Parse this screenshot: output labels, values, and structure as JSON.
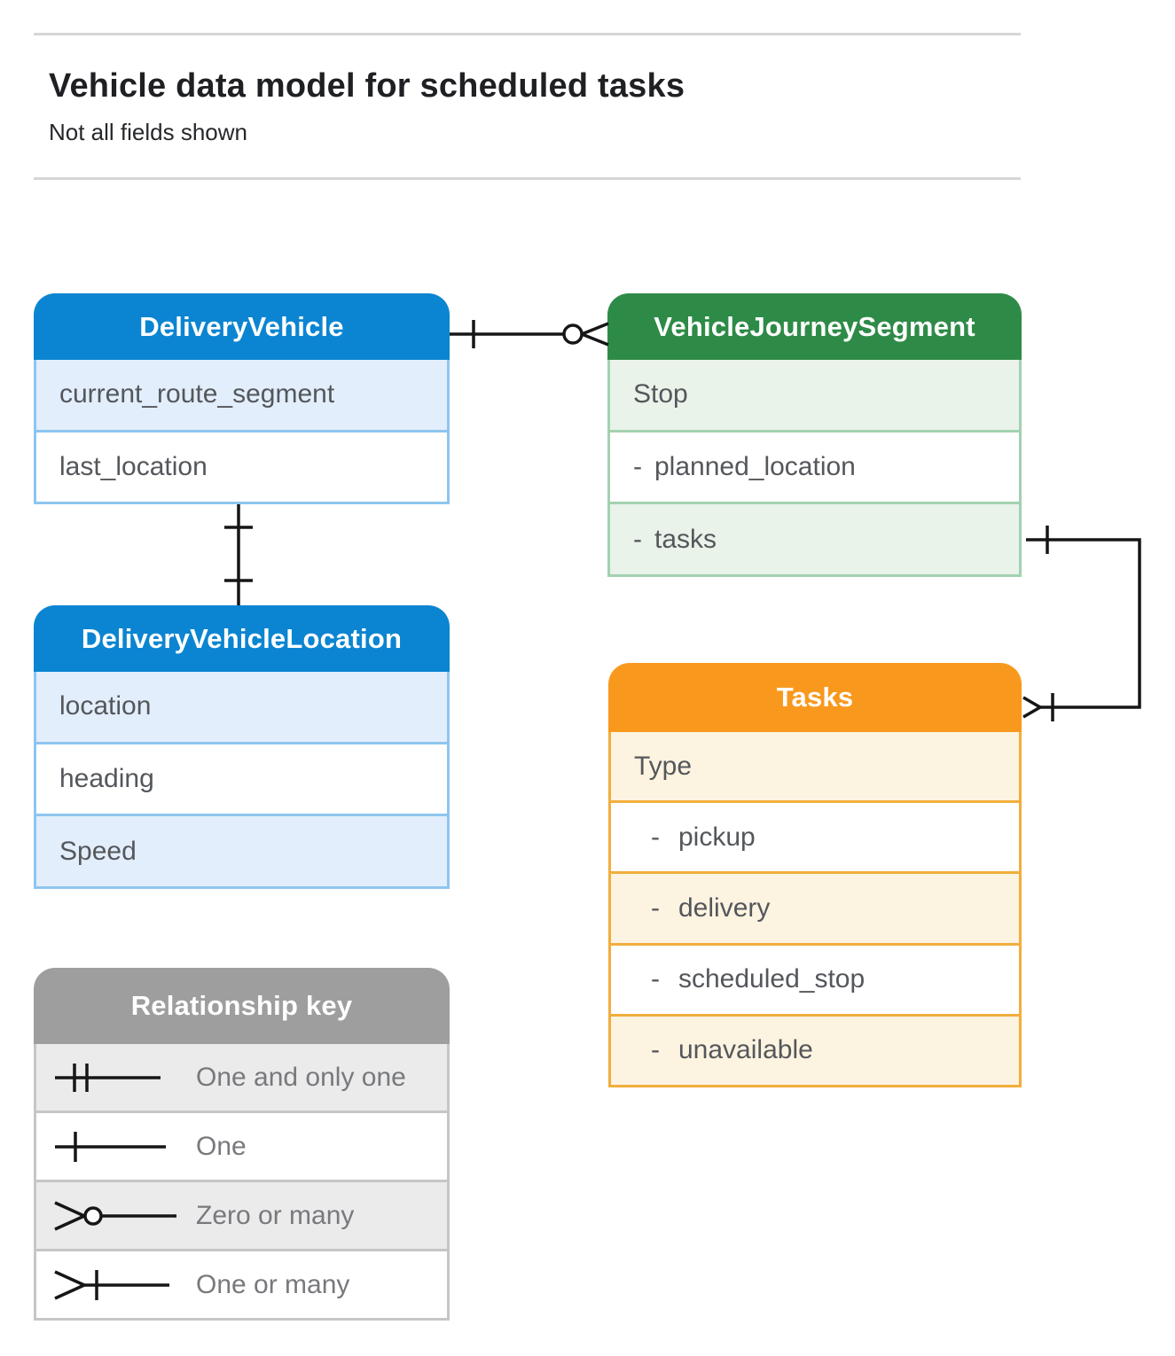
{
  "page": {
    "title": "Vehicle data model for scheduled tasks",
    "subtitle": "Not all fields shown"
  },
  "colors": {
    "blue_header": "#0b85d1",
    "blue_tint": "#e2eefb",
    "blue_border": "#8ec5ef",
    "green_header": "#2e8b47",
    "green_tint": "#e9f3ea",
    "green_border": "#a3d1af",
    "orange_header": "#f8991d",
    "orange_tint": "#fdf3e1",
    "orange_border": "#f1ae3d",
    "gray_header": "#9e9e9e",
    "gray_tint": "#ebebeb",
    "row_text": "#54575b",
    "connector": "#161616"
  },
  "entities": {
    "delivery_vehicle": {
      "title": "DeliveryVehicle",
      "rows": [
        {
          "label": "current_route_segment"
        },
        {
          "label": "last_location"
        }
      ]
    },
    "vehicle_journey_segment": {
      "title": "VehicleJourneySegment",
      "rows": [
        {
          "label": "Stop"
        },
        {
          "dash": "-",
          "label": "planned_location"
        },
        {
          "dash": "-",
          "label": "tasks"
        }
      ]
    },
    "delivery_vehicle_location": {
      "title": "DeliveryVehicleLocation",
      "rows": [
        {
          "label": "location"
        },
        {
          "label": "heading"
        },
        {
          "label": "Speed"
        }
      ]
    },
    "tasks": {
      "title": "Tasks",
      "rows": [
        {
          "label": "Type"
        },
        {
          "dash": "-",
          "label": "pickup"
        },
        {
          "dash": "-",
          "label": "delivery"
        },
        {
          "dash": "-",
          "label": "scheduled_stop"
        },
        {
          "dash": "-",
          "label": "unavailable"
        }
      ]
    }
  },
  "legend": {
    "title": "Relationship key",
    "items": [
      {
        "symbol": "one-and-only-one",
        "label": "One and only one"
      },
      {
        "symbol": "one",
        "label": "One"
      },
      {
        "symbol": "zero-or-many",
        "label": "Zero or many"
      },
      {
        "symbol": "one-or-many",
        "label": "One or many"
      }
    ]
  },
  "relationships": [
    {
      "from": "DeliveryVehicle",
      "from_cardinality": "one",
      "to": "VehicleJourneySegment",
      "to_cardinality": "zero-or-many"
    },
    {
      "from": "DeliveryVehicle",
      "from_cardinality": "one",
      "to": "DeliveryVehicleLocation",
      "to_cardinality": "one"
    },
    {
      "from": "VehicleJourneySegment.tasks",
      "from_cardinality": "one",
      "to": "Tasks",
      "to_cardinality": "one-or-many"
    }
  ]
}
